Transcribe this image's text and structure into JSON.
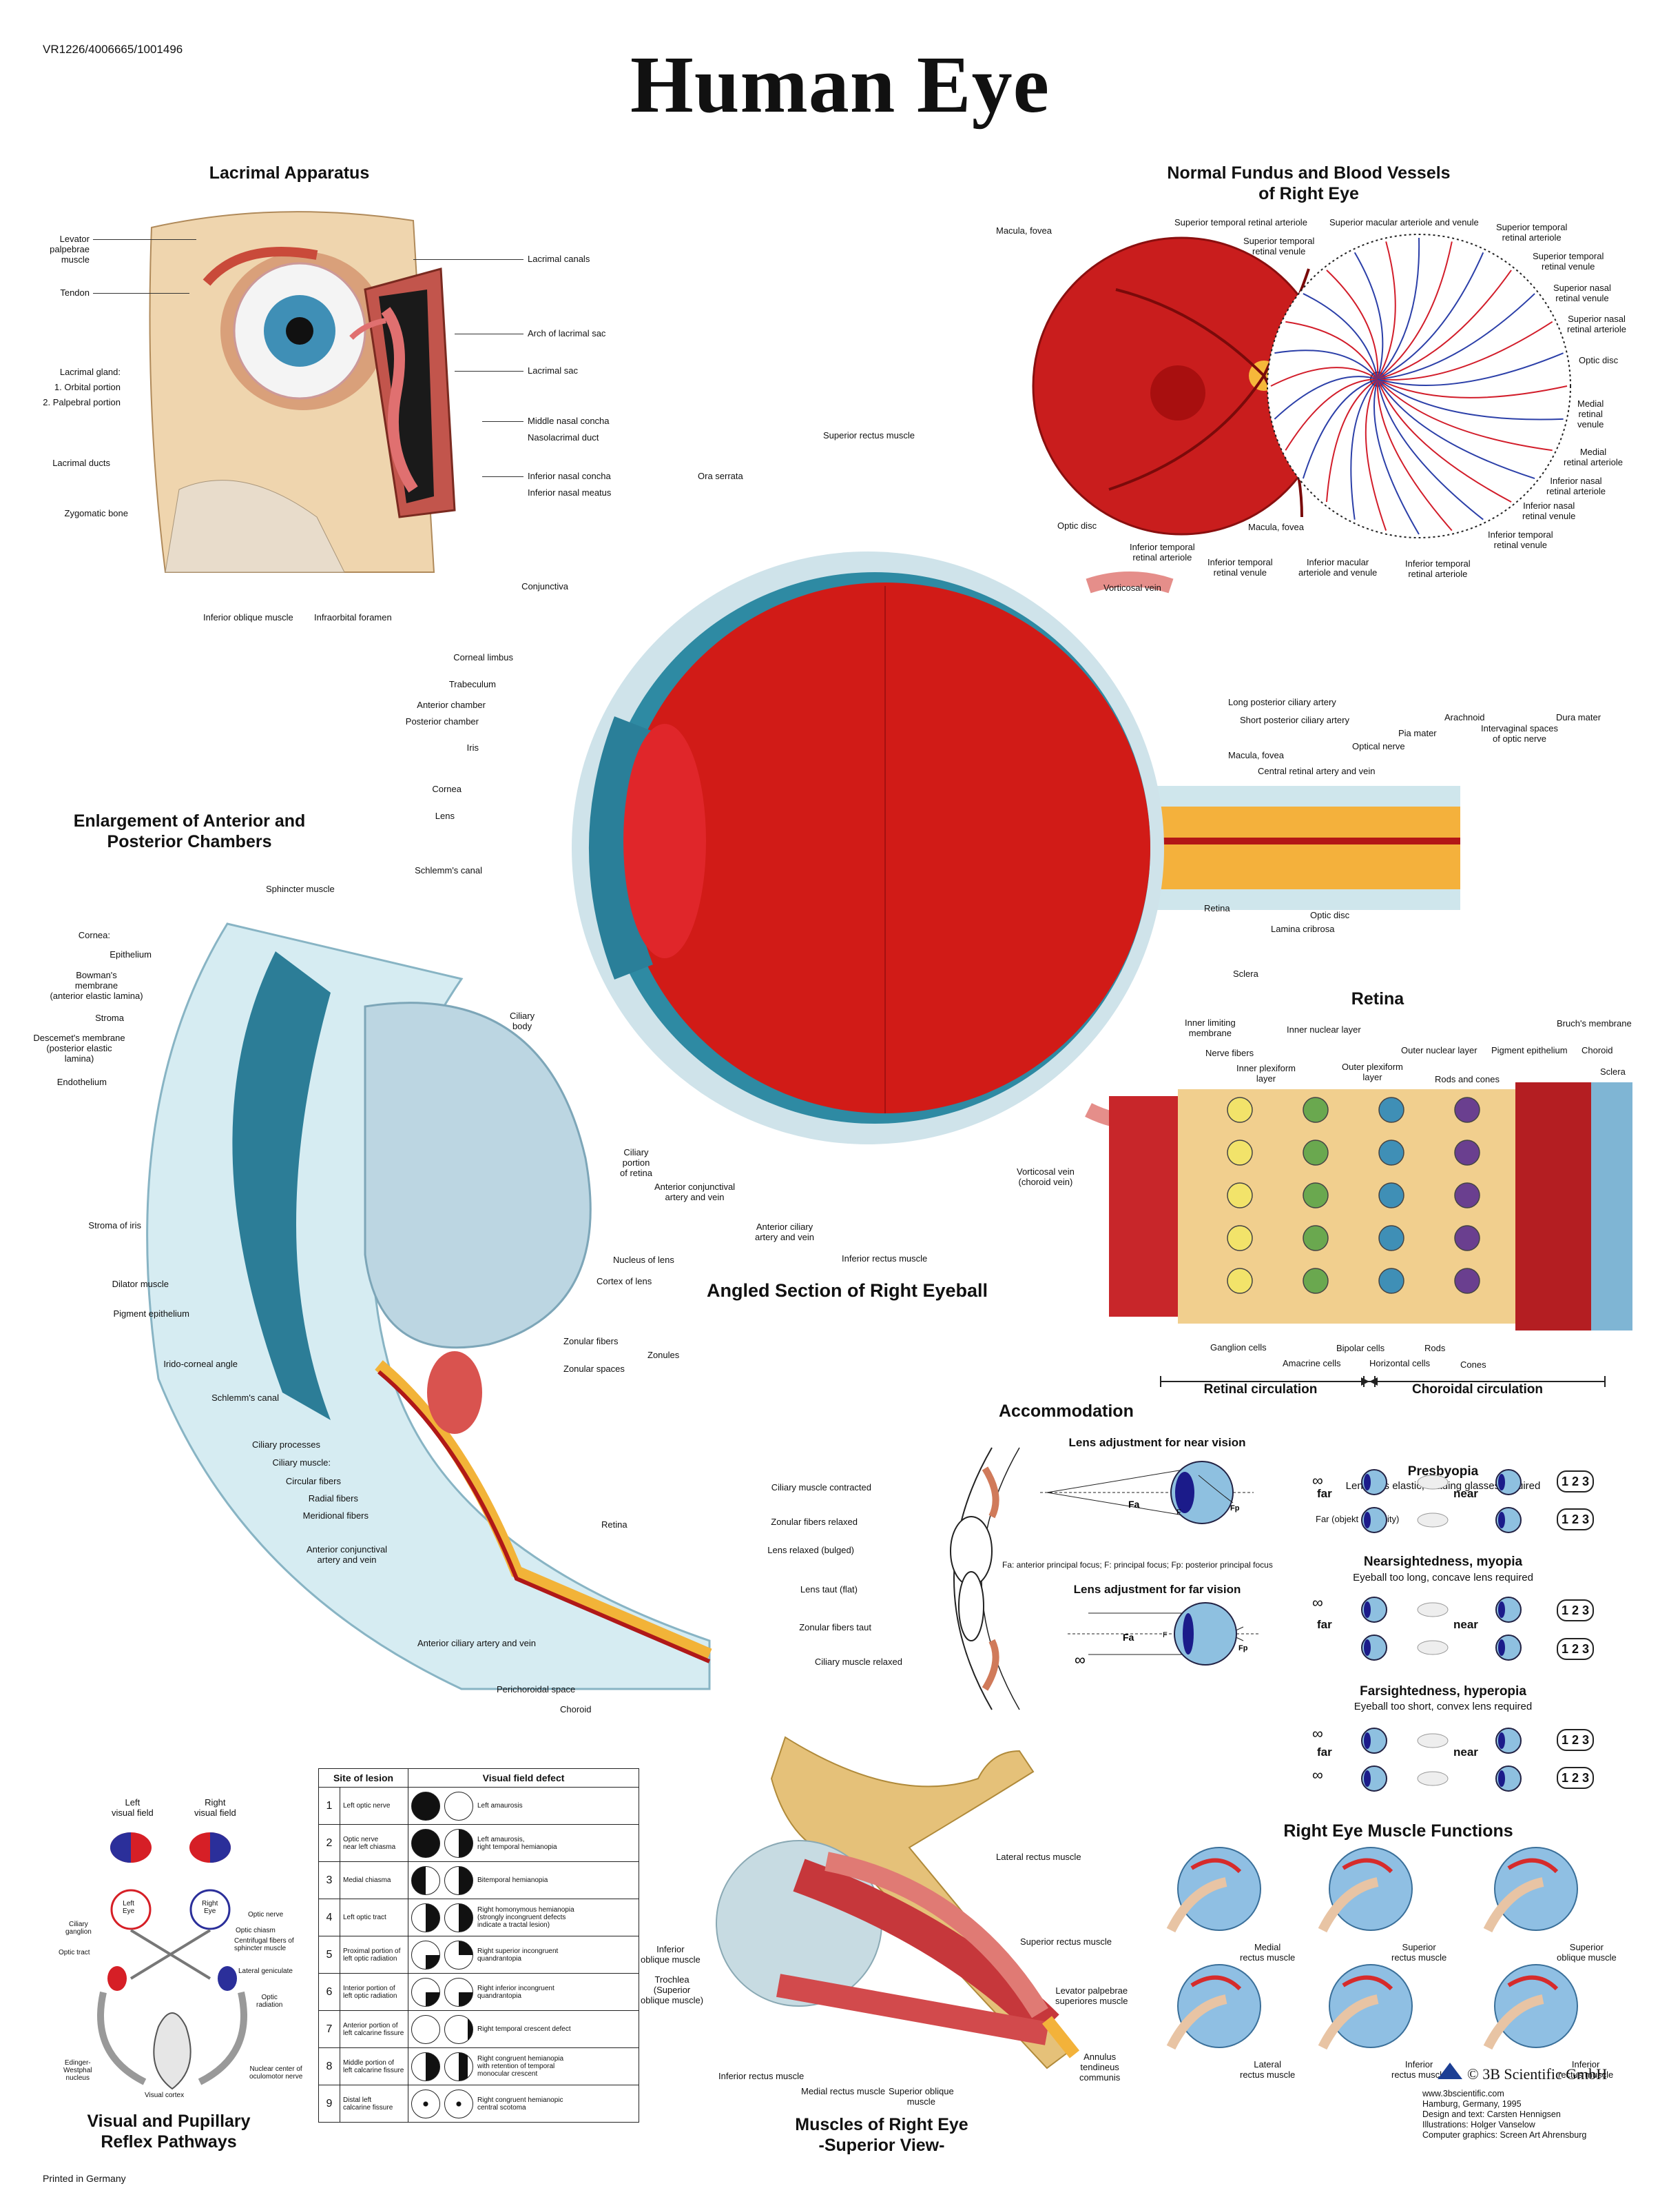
{
  "header": {
    "code": "VR1226/4006665/1001496",
    "title": "Human Eye"
  },
  "sections": {
    "lacrimal": "Lacrimal Apparatus",
    "fundus": "Normal Fundus and Blood Vessels\nof Right Eye",
    "chambers": "Enlargement of Anterior and\nPosterior Chambers",
    "eyeball": "Angled Section of Right Eyeball",
    "retina": "Retina",
    "accommodation": "Accommodation",
    "pathways": "Visual and Pupillary\nReflex Pathways",
    "muscles": "Muscles of Right Eye\n-Superior View-",
    "muscle_functions": "Right Eye Muscle Functions"
  },
  "lacrimal_labels": {
    "left": [
      "Levator\npalpebrae\nmuscle",
      "Tendon",
      "Lacrimal gland:\n1. Orbital portion\n2. Palpebral portion",
      "Lacrimal ducts",
      "Zygomatic bone"
    ],
    "right": [
      "Lacrimal canals",
      "Arch of lacrimal sac",
      "Lacrimal sac",
      "Middle nasal concha",
      "Nasolacrimal duct",
      "Inferior nasal concha",
      "Inferior nasal meatus"
    ],
    "bottom": [
      "Inferior oblique muscle",
      "Infraorbital foramen"
    ]
  },
  "fundus_labels": {
    "top": [
      "Macula, fovea",
      "Superior temporal retinal arteriole",
      "Superior temporal\nretinal venule",
      "Superior macular arteriole and venule",
      "Superior temporal\nretinal arteriole"
    ],
    "right": [
      "Superior temporal\nretinal venule",
      "Superior nasal\nretinal venule",
      "Superior nasal\nretinal arteriole",
      "Optic disc",
      "Medial\nretinal\nvenule",
      "Medial\nretinal arteriole",
      "Inferior nasal\nretinal arteriole",
      "Inferior nasal\nretinal venule",
      "Inferior temporal\nretinal venule"
    ],
    "bottom": [
      "Optic disc",
      "Inferior temporal\nretinal arteriole",
      "Macula, fovea",
      "Inferior temporal\nretinal venule",
      "Inferior macular\narteriole and venule",
      "Inferior temporal\nretinal arteriole"
    ]
  },
  "eyeball_labels": {
    "top": [
      "Superior rectus muscle",
      "Ora serrata"
    ],
    "left": [
      "Conjunctiva",
      "Corneal limbus",
      "Trabeculum",
      "Anterior chamber",
      "Posterior chamber",
      "Iris",
      "Cornea",
      "Lens",
      "Schlemm's canal",
      "Ciliary\nbody"
    ],
    "bottom": [
      "Ciliary\nportion\nof retina",
      "Anterior conjunctival\nartery and vein",
      "Anterior ciliary\nartery and vein",
      "Inferior rectus muscle",
      "Vorticosal vein\n(choroid vein)",
      "Vorticosal vein"
    ],
    "right": [
      "Long posterior ciliary artery",
      "Short posterior ciliary artery",
      "Macula, fovea",
      "Central retinal artery and vein",
      "Optical nerve",
      "Pia mater",
      "Arachnoid",
      "Intervaginal spaces\nof optic nerve",
      "Dura mater",
      "Retina",
      "Optic disc",
      "Lamina cribrosa",
      "Sclera"
    ]
  },
  "chamber_labels": {
    "left": [
      "Sphincter muscle",
      "Cornea:",
      "Epithelium",
      "Bowman's\nmembrane\n(anterior elastic lamina)",
      "Stroma",
      "Descemet's membrane\n(posterior elastic\nlamina)",
      "Endothelium",
      "Stroma of iris",
      "Dilator muscle",
      "Pigment epithelium",
      "Irido-corneal angle",
      "Schlemm's canal",
      "Ciliary processes",
      "Ciliary muscle:",
      "Circular fibers",
      "Radial fibers",
      "Meridional fibers",
      "Anterior conjunctival\nartery and vein"
    ],
    "right": [
      "Nucleus of lens",
      "Cortex of lens",
      "Zonular fibers",
      "Zonular spaces",
      "Zonules",
      "Retina",
      "Anterior ciliary artery and vein",
      "Perichoroidal space",
      "Choroid"
    ]
  },
  "retina_labels": {
    "top": [
      "Inner limiting\nmembrane",
      "Nerve fibers",
      "Inner nuclear layer",
      "Inner plexiform\nlayer",
      "Outer plexiform\nlayer",
      "Outer nuclear layer",
      "Rods and cones",
      "Pigment epithelium",
      "Bruch's membrane",
      "Choroid",
      "Sclera"
    ],
    "bottom": [
      "Ganglion cells",
      "Amacrine cells",
      "Bipolar cells",
      "Horizontal cells",
      "Rods",
      "Cones"
    ],
    "circulation": [
      "Retinal circulation",
      "Choroidal circulation"
    ]
  },
  "accommodation": {
    "side_labels": [
      "Ciliary muscle contracted",
      "Zonular fibers relaxed",
      "Lens relaxed (bulged)",
      "Lens taut (flat)",
      "Zonular fibers taut",
      "Ciliary muscle relaxed"
    ],
    "near_title": "Lens adjustment for near vision",
    "far_title": "Lens adjustment for far vision",
    "focus_note": "Fa: anterior principal focus; F: principal focus; Fp: posterior principal focus",
    "presbyopia": {
      "title": "Presbyopia",
      "desc": "Lens less elastic, reading glasses required",
      "far_note": "Far (objekt at infinity)"
    },
    "myopia": {
      "title": "Nearsightedness, myopia",
      "desc": "Eyeball too long, concave lens required"
    },
    "hyperopia": {
      "title": "Farsightedness, hyperopia",
      "desc": "Eyeball too short, convex lens required"
    },
    "far": "far",
    "near": "near",
    "badge": "1 2 3",
    "inf": "∞"
  },
  "muscle_functions": [
    "Medial\nrectus muscle",
    "Superior\nrectus muscle",
    "Superior\noblique muscle",
    "Lateral\nrectus muscle",
    "Inferior\nrectus muscle",
    "Inferior\nrectus muscle"
  ],
  "muscles_labels": [
    "Lateral rectus muscle",
    "Superior rectus muscle",
    "Levator palpebrae\nsuperiores muscle",
    "Annulus\ntendineus\ncommunis",
    "Inferior\noblique muscle",
    "Trochlea\n(Superior\noblique muscle)",
    "Inferior rectus muscle",
    "Medial rectus muscle",
    "Superior oblique\nmuscle"
  ],
  "pathways_labels": [
    "Left\nvisual field",
    "Right\nvisual field",
    "Left\nEye",
    "Right\nEye",
    "Ciliary\nganglion",
    "Optic tract",
    "Optic nerve",
    "Optic chiasm",
    "Centrifugal fibers of\nsphincter muscle",
    "Lateral geniculate",
    "Optic\nradiation",
    "Edinger-\nWestphal\nnucleus",
    "Nuclear center of\noculomotor nerve",
    "Visual cortex"
  ],
  "lesion_table": {
    "headers": [
      "Site of lesion",
      "Visual field defect"
    ],
    "rows": [
      {
        "n": "1",
        "site": "Left optic nerve",
        "defect": "Left amaurosis"
      },
      {
        "n": "2",
        "site": "Optic nerve\nnear left chiasma",
        "defect": "Left amaurosis,\nright temporal hemianopia"
      },
      {
        "n": "3",
        "site": "Medial chiasma",
        "defect": "Bitemporal hemianopia"
      },
      {
        "n": "4",
        "site": "Left optic tract",
        "defect": "Right homonymous hemianopia\n(strongly incongruent defects\nindicate a tractal lesion)"
      },
      {
        "n": "5",
        "site": "Proximal portion of\nleft optic radiation",
        "defect": "Right superior incongruent\nquandrantopia"
      },
      {
        "n": "6",
        "site": "Interior portion of\nleft optic radiation",
        "defect": "Right inferior incongruent\nquandrantopia"
      },
      {
        "n": "7",
        "site": "Anterior portion of\nleft calcarine fissure",
        "defect": "Right temporal crescent defect"
      },
      {
        "n": "8",
        "site": "Middle portion of\nleft calcarine fissure",
        "defect": "Right congruent hemianopia\nwith retention of temporal\nmonocular crescent"
      },
      {
        "n": "9",
        "site": "Distal left\ncalcarine fissure",
        "defect": "Right congruent hemianopic\ncentral scotoma"
      }
    ]
  },
  "footer": {
    "brand": "© 3B Scientific GmbH",
    "credits": [
      "www.3bscientific.com",
      "Hamburg, Germany, 1995",
      "Design and text: Carsten Hennigsen",
      "Illustrations: Holger Vanselow",
      "Computer graphics: Screen Art Ahrensburg"
    ],
    "printed": "Printed in Germany"
  },
  "colors": {
    "blood": "#c0171a",
    "iris": "#2b7f99",
    "tissue": "#f2c9a0",
    "nerve": "#f0b43a",
    "lens_blue": "#7fb5d4"
  }
}
